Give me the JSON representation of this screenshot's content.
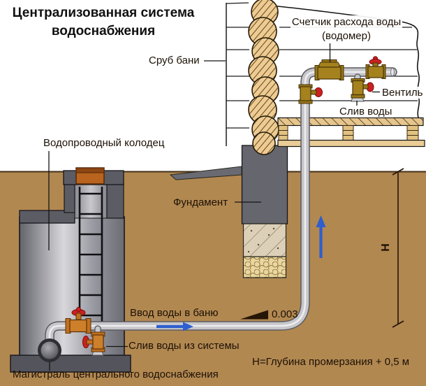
{
  "diagram_title": {
    "line1": "Централизованная система",
    "line2": "водоснабжения"
  },
  "labels": {
    "log_cabin": "Сруб бани",
    "water_meter_line1": "Счетчик расхода воды",
    "water_meter_line2": "(водомер)",
    "valve": "Вентиль",
    "water_drain": "Слив воды",
    "water_well": "Водопроводный колодец",
    "foundation": "Фундамент",
    "water_inlet": "Ввод воды в баню",
    "slope_value": "0.003",
    "system_drain": "Слив воды из системы",
    "supply_main": "Магистраль центрального водоснабжения",
    "depth_formula": "Н=Глубина промерзания + 0,5 м",
    "depth_dimension": "Н"
  },
  "colors": {
    "soil": "#b28851",
    "pipe": "#c7c7cb",
    "pipe_outline": "#5a5a60",
    "brass_fitting": "#a5821e",
    "orange_valve": "#cd7f2a",
    "valve_handle_red": "#ce2020",
    "flow_arrow_blue": "#2e5ecf",
    "wood_log": "#edcb92",
    "concrete_gray": "#66666e",
    "well_cap_orange": "#b8641e",
    "text": "#1c1106"
  }
}
